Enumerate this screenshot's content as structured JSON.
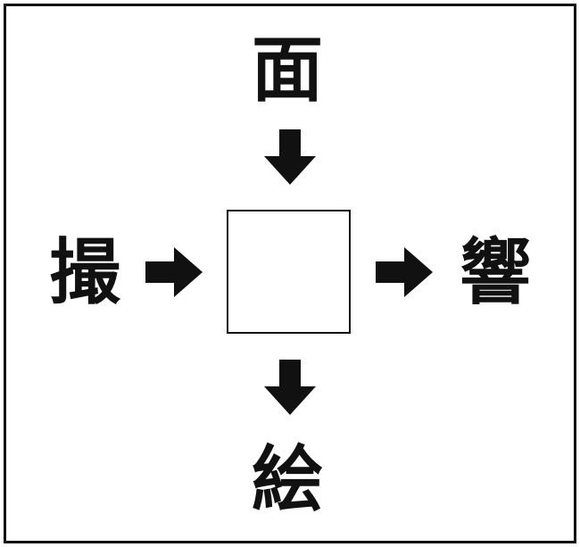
{
  "puzzle": {
    "top_kanji": "面",
    "left_kanji": "撮",
    "right_kanji": "響",
    "bottom_kanji": "絵",
    "answer": ""
  },
  "icons": {
    "arrow_down": "arrow-down-icon",
    "arrow_right": "arrow-right-icon"
  },
  "colors": {
    "ink": "#111111",
    "background": "#ffffff"
  }
}
